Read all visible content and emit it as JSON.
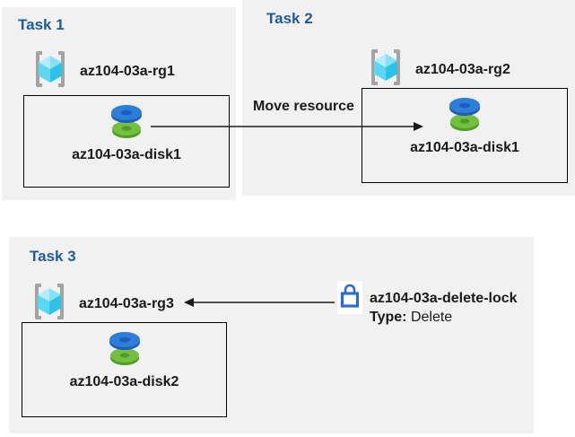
{
  "page": {
    "background": "#ffffff"
  },
  "colors": {
    "panel_bg": "#f1f1f2",
    "title_text": "#1f5c99",
    "label_text": "#1a1a1a",
    "box_border": "#000000",
    "arrow": "#1a1a1a",
    "lock_outline": "#2a6bd4",
    "cube_top_left": "#b5ecfa",
    "cube_top_right": "#84e1f6",
    "cube_left": "#5bd7f2",
    "cube_right": "#2dc3e8",
    "disk_blue": "#2e7dd9",
    "disk_blue_dark": "#1b5fb8",
    "disk_green": "#74bf3f",
    "disk_green_dark": "#4f9d24"
  },
  "tasks": [
    {
      "title": "Task 1",
      "resource_group": "az104-03a-rg1",
      "resource": "az104-03a-disk1"
    },
    {
      "title": "Task 2",
      "resource_group": "az104-03a-rg2",
      "resource": "az104-03a-disk1"
    },
    {
      "title": "Task 3",
      "resource_group": "az104-03a-rg3",
      "resource": "az104-03a-disk2"
    }
  ],
  "arrows": {
    "move_label": "Move resource"
  },
  "lock": {
    "name": "az104-03a-delete-lock",
    "type_label": "Type:",
    "type_value": "Delete"
  }
}
